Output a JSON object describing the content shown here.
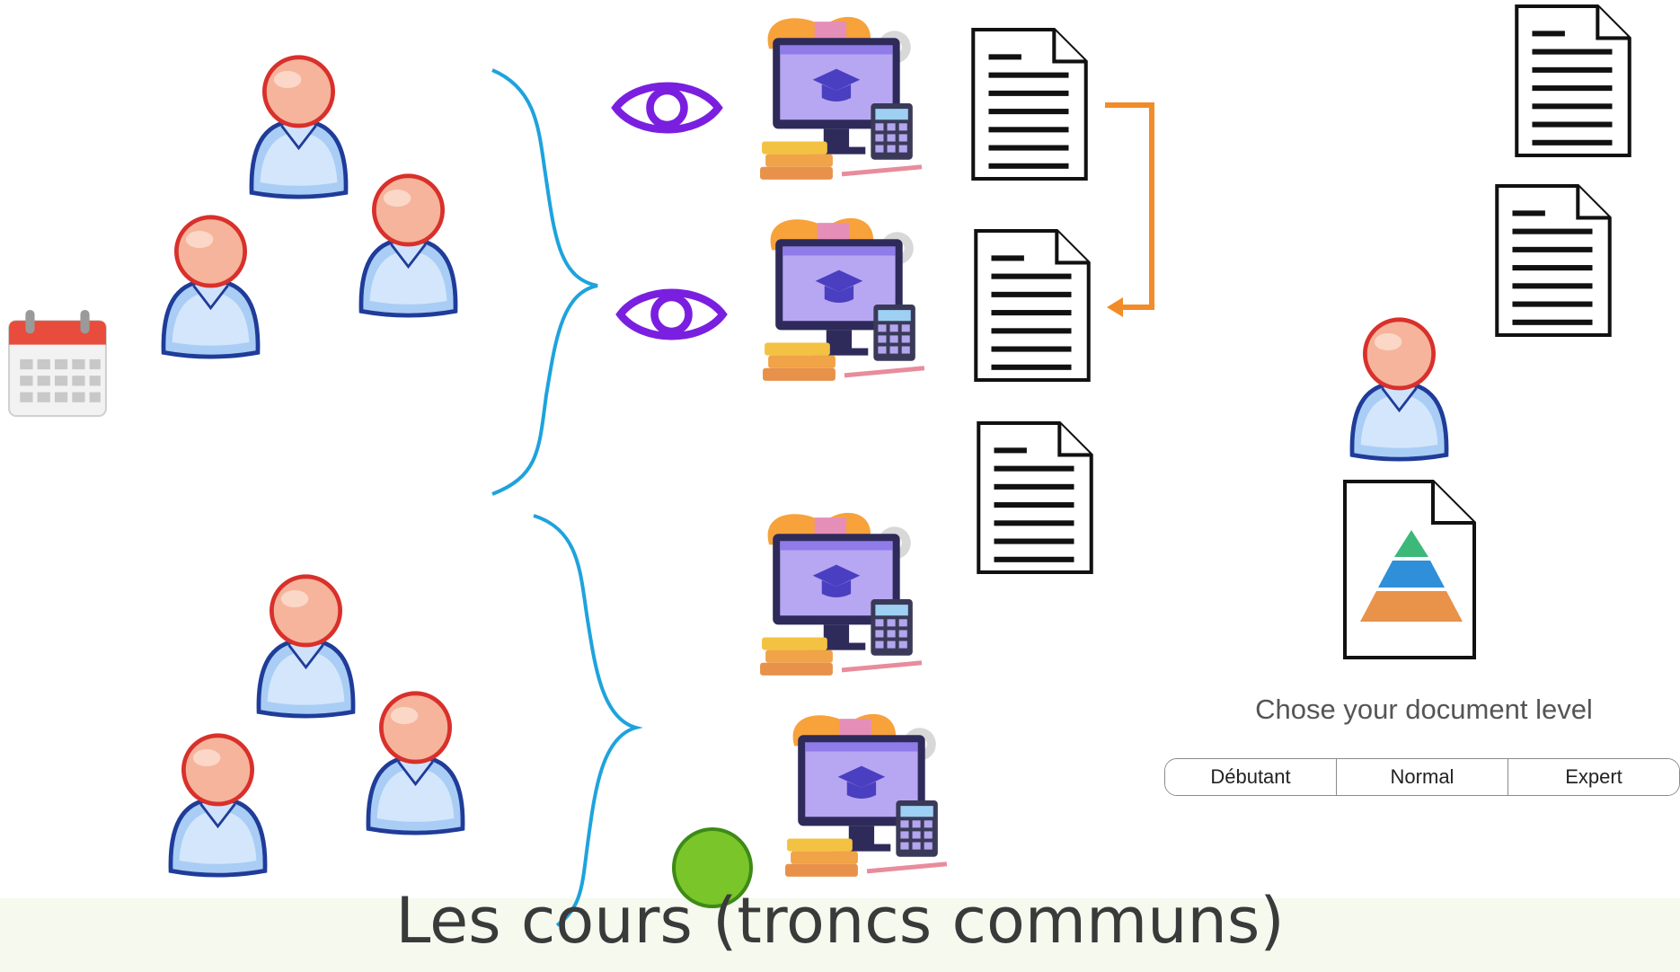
{
  "caption": "Les cours (troncs communs)",
  "level_selector": {
    "prompt": "Chose your document level",
    "options": [
      "Débutant",
      "Normal",
      "Expert"
    ]
  },
  "colors": {
    "brace": "#1ea3dc",
    "eye": "#7a1fe0",
    "arrow": "#f28c28",
    "dot": "#7ac52a",
    "person_head": "#f5b49b",
    "person_body": "#7fb2ee",
    "person_outline_head": "#d9302b",
    "person_outline_body": "#1f3c99",
    "pyramid": [
      "#3cb878",
      "#2f8fd8",
      "#e8924a"
    ]
  },
  "icons": {
    "person": "user-icon",
    "calendar": "calendar-icon",
    "eye": "eye-icon",
    "course": "course-monitor-icon",
    "document": "document-icon",
    "pyramid_document": "pyramid-document-icon"
  }
}
